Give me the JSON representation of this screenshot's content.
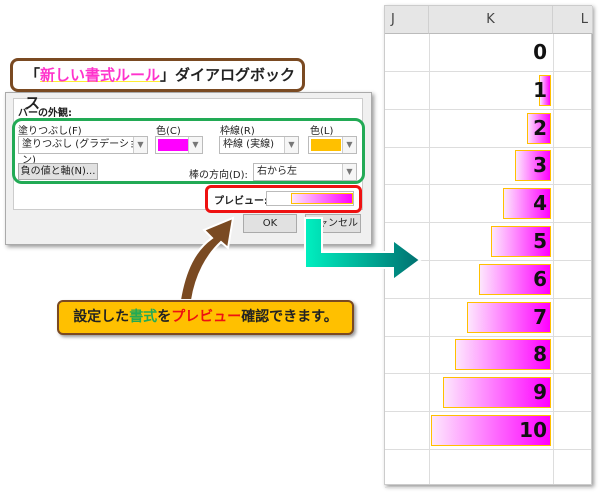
{
  "title_box": {
    "open": "「",
    "highlight": "新しい書式ルール",
    "close": "」",
    "rest": "ダイアログボックス"
  },
  "dialog": {
    "section_label": "バーの外観:",
    "fill_label": "塗りつぶし(F)",
    "fill_value": "塗りつぶし (グラデーション)",
    "color_label": "色(C)",
    "fill_color": "#ff00ff",
    "border_label": "枠線(R)",
    "border_value": "枠線 (実線)",
    "border_color_label": "色(L)",
    "border_color": "#ffc000",
    "negative_button": "負の値と軸(N)...",
    "direction_label": "棒の方向(D):",
    "direction_value": "右から左",
    "preview_label": "プレビュー:",
    "ok": "OK",
    "cancel": "キャンセル"
  },
  "callout": {
    "part1": "設定した",
    "part2": "書式",
    "part3": "を",
    "part4": "プレビュー",
    "part5": "確認できます。"
  },
  "sheet": {
    "columns": [
      "J",
      "K",
      "L"
    ],
    "values": [
      0,
      1,
      2,
      3,
      4,
      5,
      6,
      7,
      8,
      9,
      10
    ],
    "bar_max": 10,
    "bar_direction": "right-to-left"
  },
  "colors": {
    "bar_gradient_end": "#ff00ff",
    "bar_border": "#ffc000",
    "highlight_green": "#22aa55",
    "highlight_red": "#ee1111",
    "arrow_brown": "#7a4a22",
    "arrow_teal": "#00c8a0"
  }
}
